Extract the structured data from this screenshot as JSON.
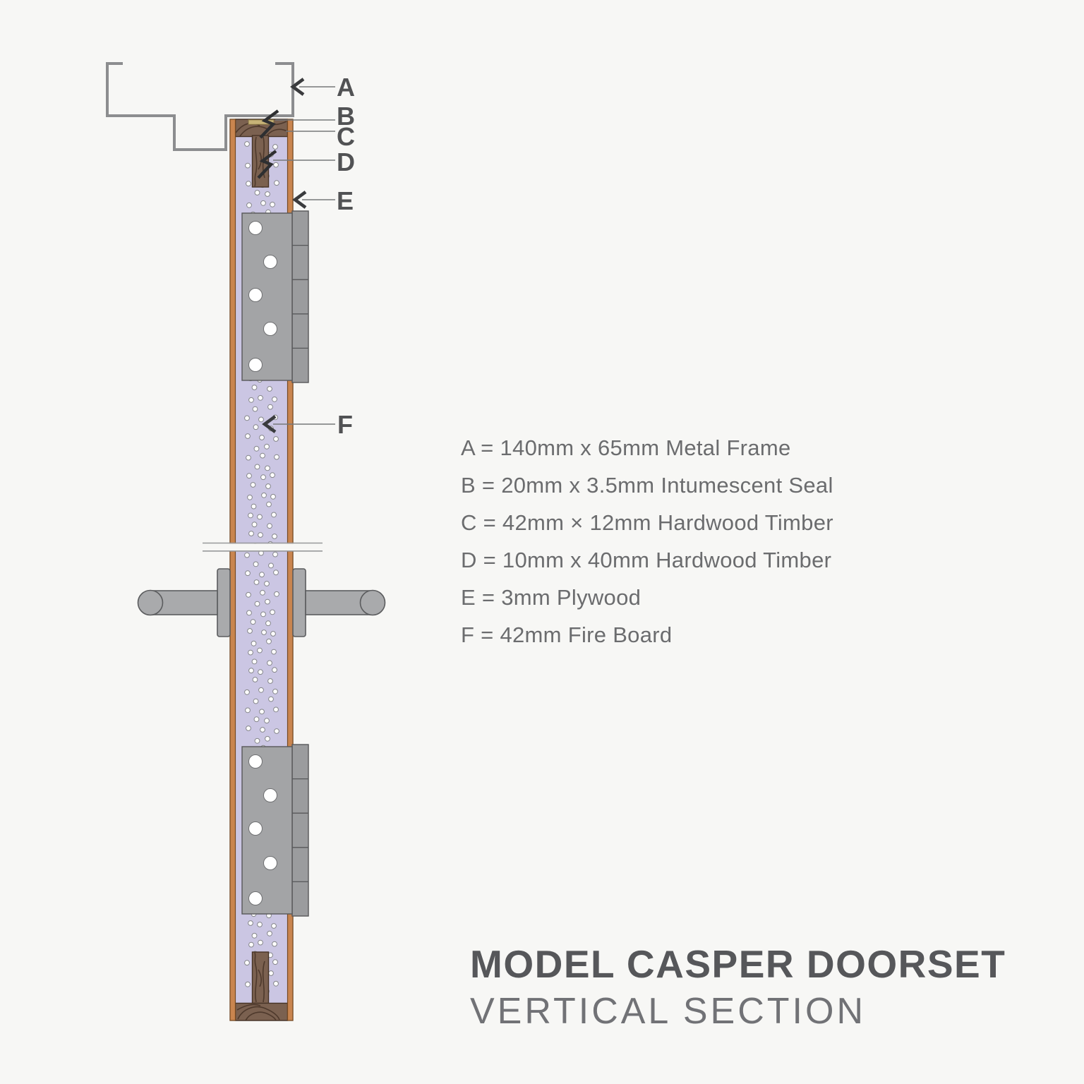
{
  "title": {
    "line1": "MODEL CASPER DOORSET",
    "line2": "VERTICAL SECTION"
  },
  "legend": {
    "items": [
      {
        "key": "A",
        "text": "A = 140mm x 65mm Metal Frame"
      },
      {
        "key": "B",
        "text": "B = 20mm x 3.5mm Intumescent Seal"
      },
      {
        "key": "C",
        "text": "C = 42mm × 12mm Hardwood Timber"
      },
      {
        "key": "D",
        "text": "D = 10mm x 40mm Hardwood Timber"
      },
      {
        "key": "E",
        "text": "E = 3mm Plywood"
      },
      {
        "key": "F",
        "text": "F = 42mm Fire Board"
      }
    ]
  },
  "diagram": {
    "labels": {
      "a": "A",
      "b": "B",
      "c": "C",
      "d": "D",
      "e": "E",
      "f": "F"
    },
    "parts": {
      "a": "metal-frame",
      "b": "intumescent-seal",
      "c": "hardwood-timber-rail",
      "d": "hardwood-timber-block",
      "e": "plywood-facing",
      "f": "fire-board-core"
    }
  },
  "colors": {
    "bg": "#F7F7F5",
    "frame": "#8C8D8F",
    "ply": "#C9854F",
    "core": "#CBC6E3",
    "timber": "#7B6150",
    "grain": "#463326",
    "seal": "#C7B377",
    "hinge": "#A3A4A6",
    "handle": "#A9AAAC",
    "label": "#515254",
    "legend": "#6B6C6E",
    "title": "#56575A",
    "subtitle": "#717276"
  }
}
